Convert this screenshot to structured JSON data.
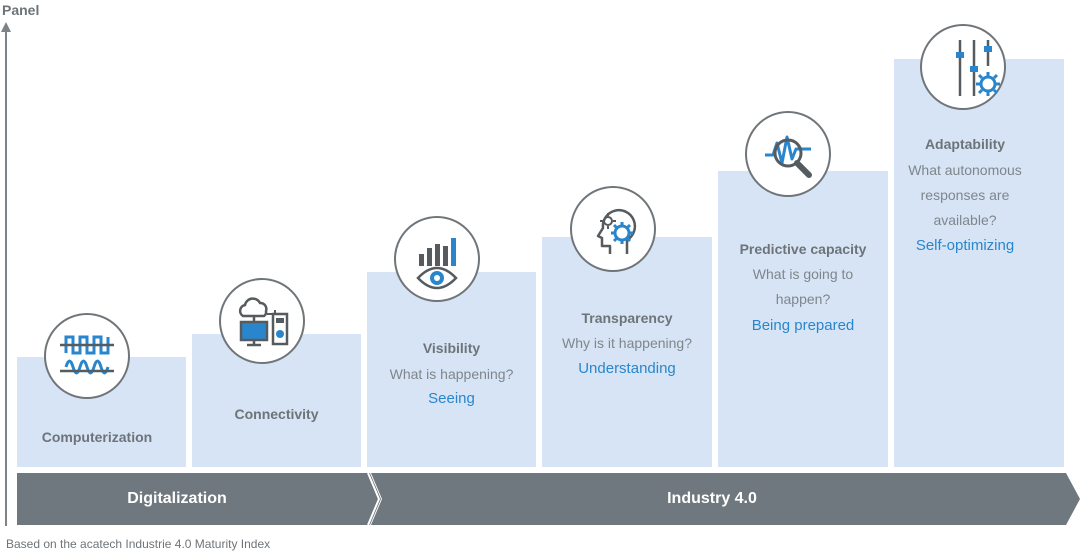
{
  "axis": {
    "label": "Panel"
  },
  "stages": [
    {
      "title": "Computerization",
      "question": "",
      "answer": "",
      "icon": "computerization-icon"
    },
    {
      "title": "Connectivity",
      "question": "",
      "answer": "",
      "icon": "connectivity-icon"
    },
    {
      "title": "Visibility",
      "question": "What is happening?",
      "answer": "Seeing",
      "icon": "visibility-icon"
    },
    {
      "title": "Transparency",
      "question": "Why is it happening?",
      "answer": "Understanding",
      "icon": "transparency-icon"
    },
    {
      "title": "Predictive capacity",
      "question_lines": [
        "What is going to",
        "happen?"
      ],
      "answer": "Being prepared",
      "icon": "predictive-icon"
    },
    {
      "title": "Adaptability",
      "question_lines": [
        "What autonomous",
        "responses are",
        "available?"
      ],
      "answer": "Self-optimizing",
      "icon": "adaptability-icon"
    }
  ],
  "phases": [
    {
      "label": "Digitalization"
    },
    {
      "label": "Industry 4.0"
    }
  ],
  "footnote": "Based on the acatech Industrie 4.0 Maturity Index",
  "colors": {
    "block": "#d6e4f5",
    "phase": "#6f787e",
    "accent": "#2a86cc",
    "text": "#6d7479"
  }
}
